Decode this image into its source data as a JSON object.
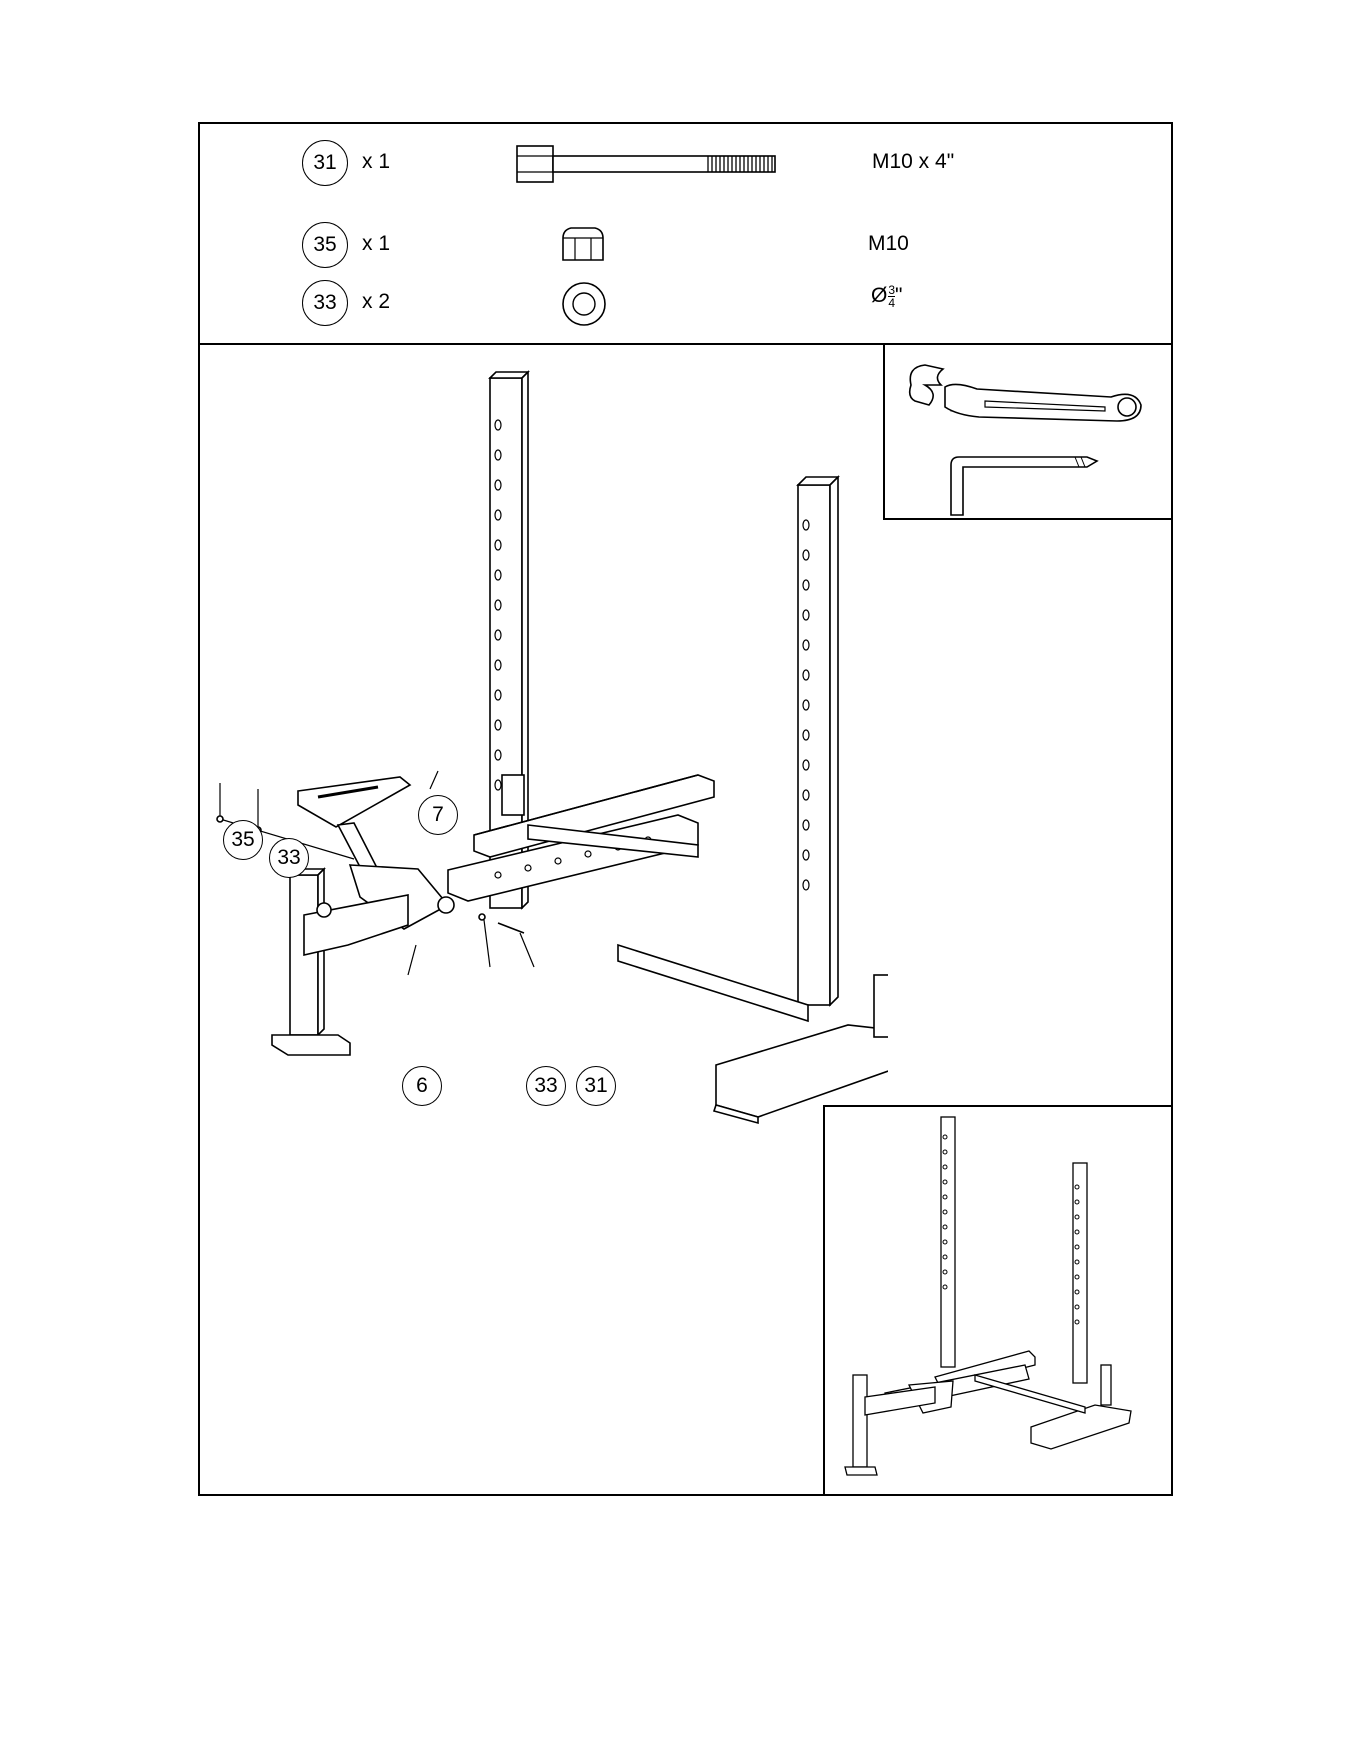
{
  "hardware": [
    {
      "part": "31",
      "qty": "x  1",
      "spec": "M10 x 4\"",
      "icon": "bolt-icon"
    },
    {
      "part": "35",
      "qty": "x  1",
      "spec": "M10",
      "icon": "nut-icon"
    },
    {
      "part": "33",
      "qty": "x  2",
      "spec_prefix": "Ø",
      "spec_num": "3",
      "spec_den": "4",
      "spec_suffix": "\"",
      "icon": "washer-icon"
    }
  ],
  "tools": [
    "wrench-icon",
    "allen-key-icon"
  ],
  "callouts": {
    "nut": "35",
    "washer_left": "33",
    "part7": "7",
    "part6": "6",
    "washer_right": "33",
    "bolt": "31"
  }
}
